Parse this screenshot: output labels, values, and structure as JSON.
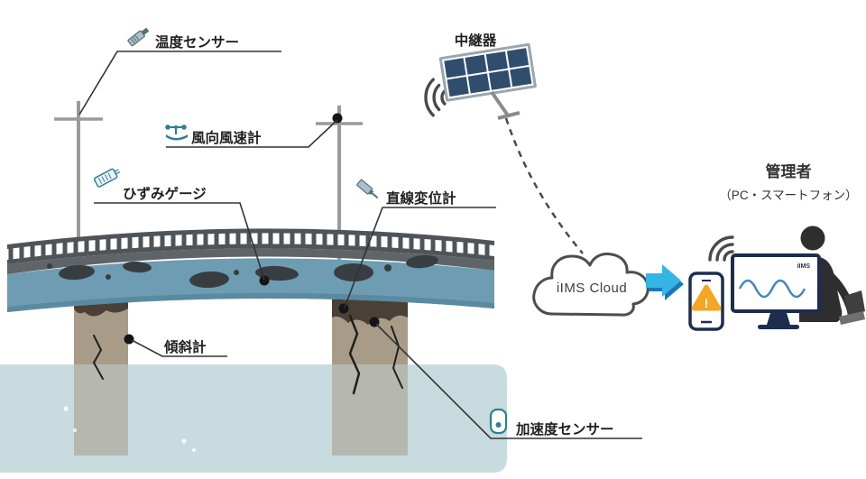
{
  "diagram": {
    "labels": {
      "temperature": "温度センサー",
      "wind": "風向風速計",
      "strain": "ひずみゲージ",
      "displacement": "直線変位計",
      "inclinometer": "傾斜計",
      "acceleration": "加速度センサー",
      "repeater": "中継器",
      "cloud": "iIMS Cloud",
      "admin_title": "管理者",
      "admin_subtitle": "（PC・スマートフォン）",
      "screen_logo": "iIMS",
      "warning_mark": "!"
    },
    "icons": {
      "temperature": "temperature-probe-icon",
      "wind": "anemometer-icon",
      "strain": "strain-gauge-icon",
      "displacement": "displacement-probe-icon",
      "acceleration": "accelerometer-icon",
      "repeater": "solar-panel-icon",
      "signal": "wifi-signal-icon",
      "cloud": "cloud-icon",
      "flow": "arrow-right-icon",
      "phone": "smartphone-icon",
      "alert": "warning-triangle-icon",
      "monitor": "monitor-icon",
      "person": "operator-person-icon",
      "laptop": "laptop-icon"
    },
    "colors": {
      "girder_blue": "#6e9cb2",
      "railing_dark": "#4f5459",
      "water": "#c8dce0",
      "pier": "#a89c89",
      "pier_damage": "#4a4038",
      "damage_dark": "#383d41",
      "arrow_light": "#35b5e4",
      "arrow_dark": "#1779ba",
      "warning_orange": "#f5a623",
      "device_navy": "#1d2d50",
      "wave_blue": "#3f86c6",
      "solar_cell": "#2f4e6e",
      "line": "#3a3a3a"
    }
  }
}
